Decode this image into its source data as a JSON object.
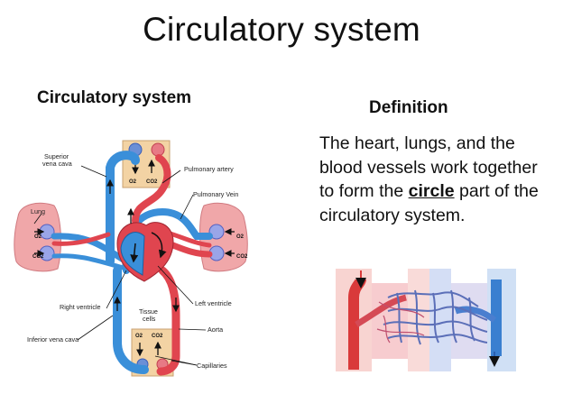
{
  "slide": {
    "title": "Circulatory system",
    "left_heading": "Circulatory system",
    "right_heading": "Definition",
    "definition": {
      "before": "The heart, lungs, and the blood vessels work together to form the ",
      "emphasis": "circle",
      "after": " part of the circulatory system."
    }
  },
  "diagram": {
    "labels": {
      "superior_vena_cava": [
        "Superior",
        "vena cava"
      ],
      "pulmonary_artery": "Pulmonary artery",
      "pulmonary_vein": "Pulmonary Vein",
      "lung": "Lung",
      "right_ventricle": "Right ventricle",
      "left_ventricle": "Left ventricle",
      "tissue_cells": [
        "Tissue",
        "cells"
      ],
      "inferior_vena_cava": "Inferior vena cava",
      "aorta": "Aorta",
      "capillaries": "Capillaries"
    },
    "gases": {
      "o2": "O2",
      "co2": "CO2"
    },
    "colors": {
      "oxygenated": "#e0454f",
      "deoxygenated": "#3a8fd9",
      "tissue": "#f3d3a4",
      "lung": "#f0a7a9"
    }
  }
}
